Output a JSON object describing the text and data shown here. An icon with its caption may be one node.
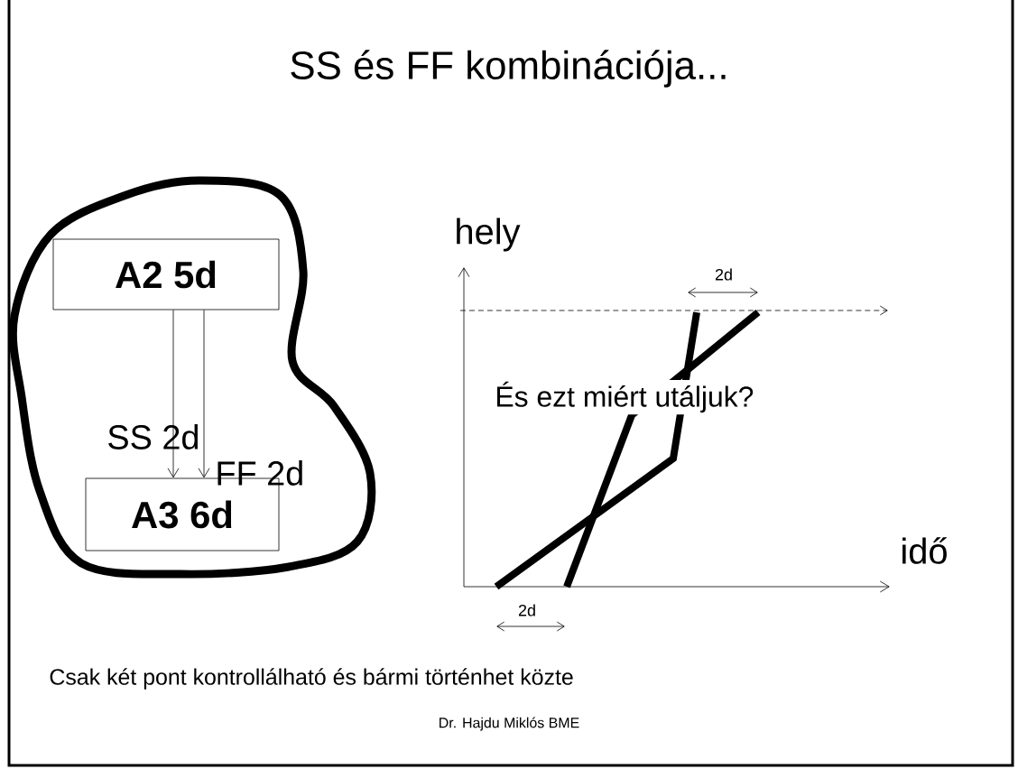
{
  "diagram": {
    "title": "SS és FF kombinációja...",
    "nodes": [
      {
        "text": [
          "A2  5d"
        ]
      },
      {
        "text": [
          "A3   6d"
        ]
      }
    ],
    "edges": [
      {
        "from": 0,
        "to": 1,
        "arrow": "to",
        "label": "SS 2d"
      },
      {
        "from": 0,
        "to": 1,
        "arrow": "to",
        "label": "FF 2d"
      }
    ],
    "labels": [
      "hely",
      "2d",
      "És ezt miért utáljuk?",
      "idő",
      "2d",
      "Csak két pont kontrollálható és bármi történhet közte",
      "Dr. Hajdu Miklós BME"
    ]
  }
}
